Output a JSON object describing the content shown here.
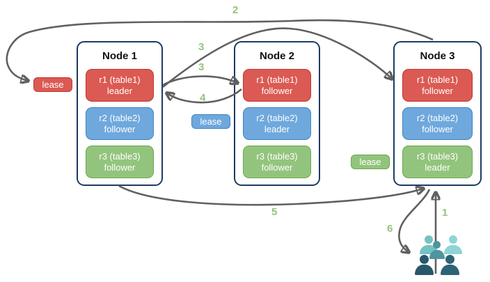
{
  "nodes": [
    {
      "title": "Node 1",
      "replicas": [
        {
          "name": "r1 (table1)",
          "role": "leader",
          "color": "red"
        },
        {
          "name": "r2 (table2)",
          "role": "follower",
          "color": "blue"
        },
        {
          "name": "r3 (table3)",
          "role": "follower",
          "color": "green"
        }
      ]
    },
    {
      "title": "Node 2",
      "replicas": [
        {
          "name": "r1 (table1)",
          "role": "follower",
          "color": "red"
        },
        {
          "name": "r2 (table2)",
          "role": "leader",
          "color": "blue"
        },
        {
          "name": "r3 (table3)",
          "role": "follower",
          "color": "green"
        }
      ]
    },
    {
      "title": "Node 3",
      "replicas": [
        {
          "name": "r1 (table1)",
          "role": "follower",
          "color": "red"
        },
        {
          "name": "r2 (table2)",
          "role": "follower",
          "color": "blue"
        },
        {
          "name": "r3 (table3)",
          "role": "leader",
          "color": "green"
        }
      ]
    }
  ],
  "leases": [
    {
      "label": "lease",
      "color": "red"
    },
    {
      "label": "lease",
      "color": "blue"
    },
    {
      "label": "lease",
      "color": "green"
    }
  ],
  "steps": {
    "s1": "1",
    "s2": "2",
    "s3_to_node3": "3",
    "s3_to_node2": "3",
    "s4": "4",
    "s5": "5",
    "s6": "6"
  },
  "icons": {
    "clients": "users-group-icon"
  },
  "colors": {
    "red_fill": "#db5a53",
    "red_border": "#bf372e",
    "blue_fill": "#6fa8dc",
    "blue_border": "#3d85c6",
    "green_fill": "#93c47d",
    "green_border": "#6aa84f",
    "node_fill": "#ffffff",
    "node_border": "#1e3a63",
    "arrow": "#606060",
    "step_label": "#93c47d",
    "users_back_left": "#74c2c2",
    "users_back_right": "#90d4d6",
    "users_center": "#4d95a0",
    "users_front_left": "#27586a",
    "users_front_right": "#2d6377"
  }
}
